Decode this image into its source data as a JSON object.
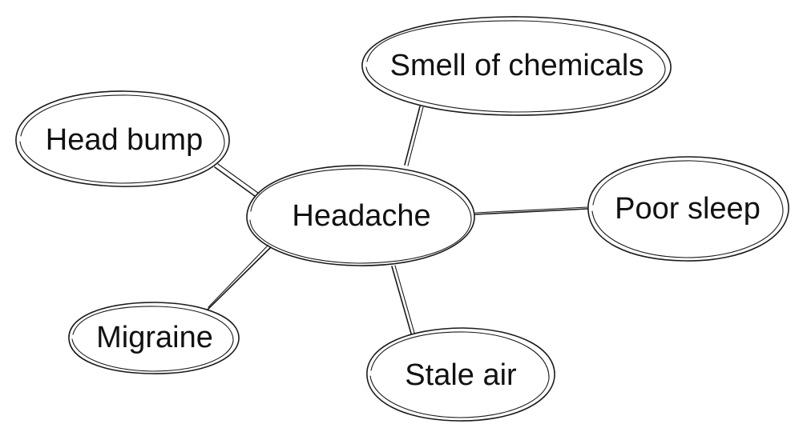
{
  "diagram": {
    "center": {
      "label": "Headache"
    },
    "causes": [
      {
        "label": "Head bump"
      },
      {
        "label": "Smell of chemicals"
      },
      {
        "label": "Poor sleep"
      },
      {
        "label": "Stale air"
      },
      {
        "label": "Migraine"
      }
    ]
  }
}
